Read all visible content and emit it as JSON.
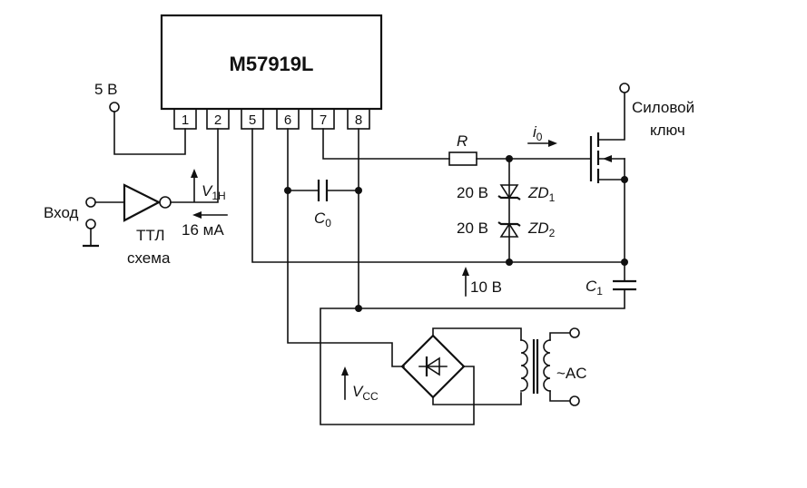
{
  "ic": {
    "name": "M57919L",
    "pins": [
      "1",
      "2",
      "5",
      "6",
      "7",
      "8"
    ]
  },
  "labels": {
    "supply_5v": "5 В",
    "input": "Вход",
    "ttl_line1": "ТТЛ",
    "ttl_line2": "схема",
    "v1h": "V",
    "v1h_sub": "1H",
    "current_16ma": "16 мА",
    "c0": "C",
    "c0_sub": "0",
    "resistor": "R",
    "i0": "i",
    "i0_sub": "0",
    "zd1_voltage": "20 В",
    "zd1": "ZD",
    "zd1_sub": "1",
    "zd2_voltage": "20 В",
    "zd2": "ZD",
    "zd2_sub": "2",
    "ten_volts": "10 В",
    "c1": "C",
    "c1_sub": "1",
    "vcc": "V",
    "vcc_sub": "CC",
    "power_switch_line1": "Силовой",
    "power_switch_line2": "ключ",
    "ac": "~AC"
  }
}
